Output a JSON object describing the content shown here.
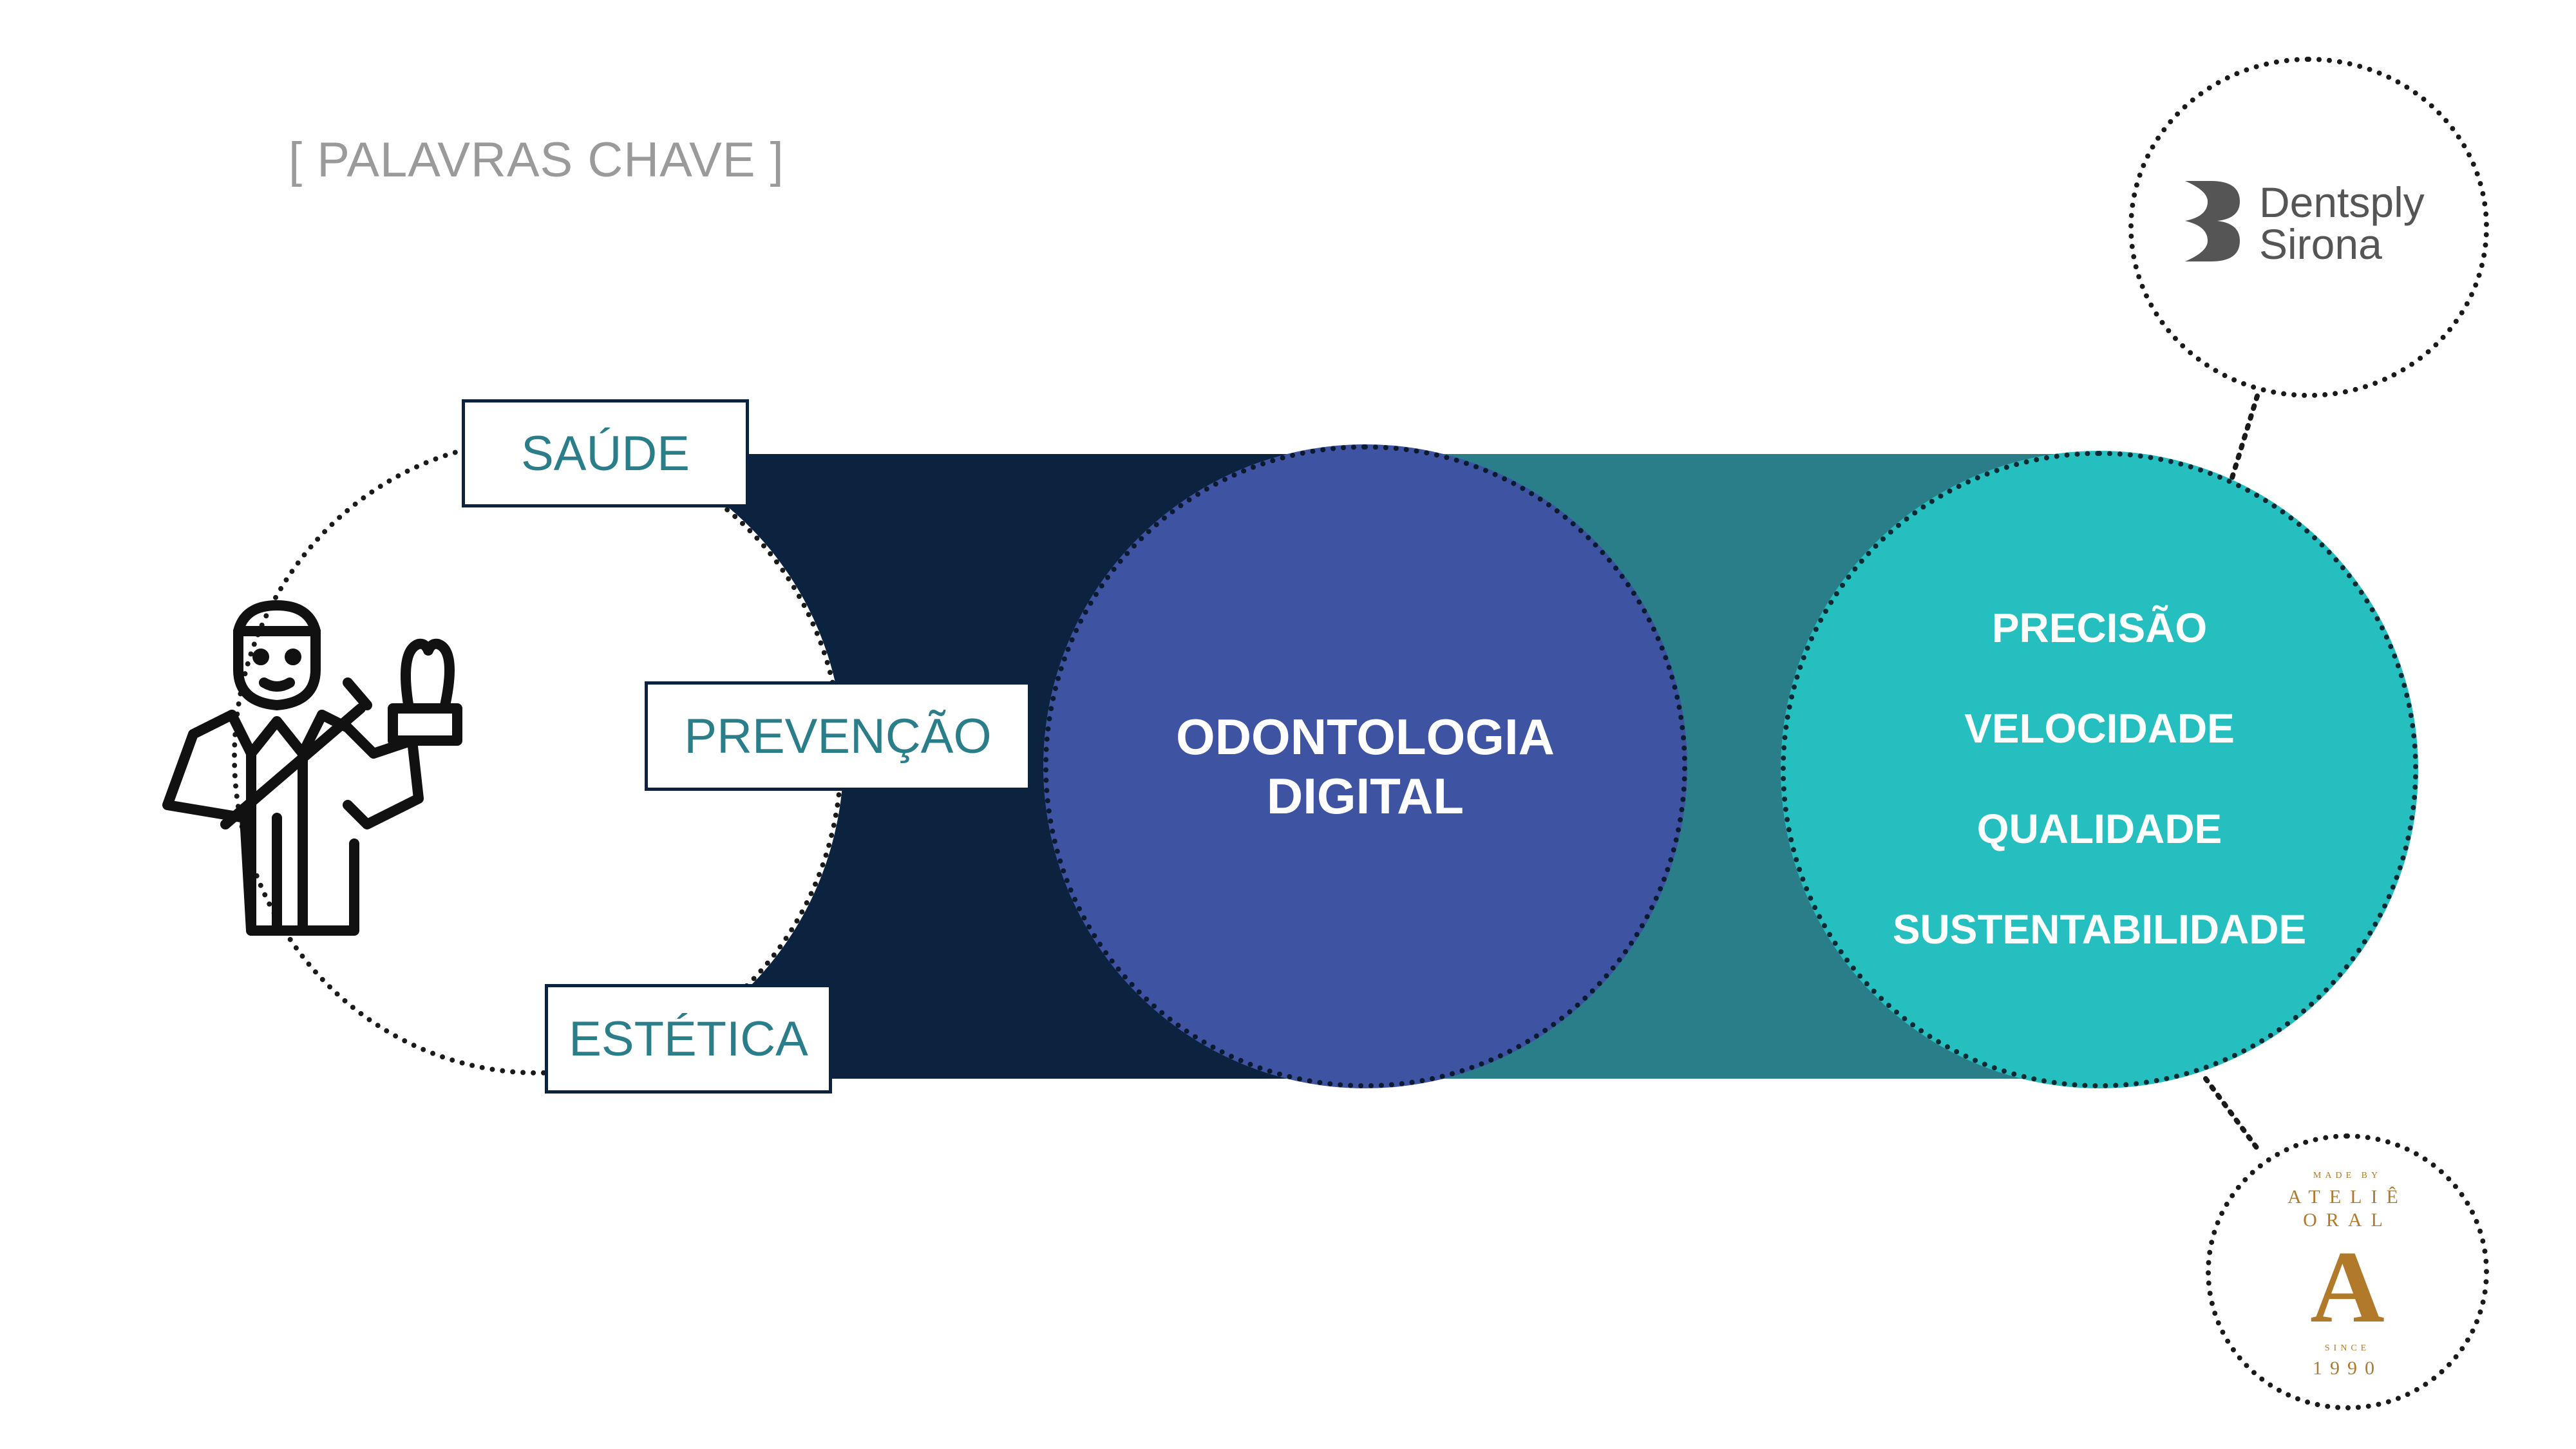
{
  "page": {
    "title": "[ PALAVRAS CHAVE ]"
  },
  "keywords": {
    "saude": "SAÚDE",
    "prevencao": "PREVENÇÃO",
    "estetica": "ESTÉTICA"
  },
  "center": {
    "line1": "ODONTOLOGIA",
    "line2": "DIGITAL"
  },
  "attributes": [
    "PRECISÃO",
    "VELOCIDADE",
    "QUALIDADE",
    "SUSTENTABILIDADE"
  ],
  "logos": {
    "dentsply": {
      "line1": "Dentsply",
      "line2": "Sirona"
    },
    "atelie": {
      "made_by": "MADE BY",
      "name1": "ATELIÊ",
      "name2": "ORAL",
      "letter": "A",
      "since": "SINCE",
      "year": "1990"
    }
  },
  "colors": {
    "dark_band": "#0c2340",
    "teal_band": "#2a7e8a",
    "center_circle": "#3e54a3",
    "right_circle": "#26bfbf",
    "keyword_text": "#2a7e8a",
    "atelie_gold": "#b07a2a"
  },
  "icons": [
    "dentist-icon",
    "dentsply-sirona-logo-icon",
    "atelie-oral-logo-icon"
  ]
}
